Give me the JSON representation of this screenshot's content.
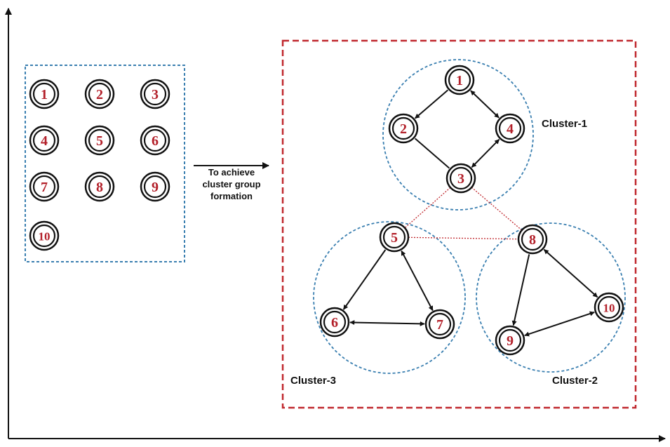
{
  "colors": {
    "node_text": "#b3202a",
    "node_ring": "#111111",
    "cluster_circle": "#3a7fb0",
    "left_box": "#3a7fb0",
    "right_box": "#c0282e",
    "dotted_link": "#c0282e",
    "edge": "#111111"
  },
  "process_arrow": {
    "lines": [
      "To achieve",
      "cluster group",
      "formation"
    ]
  },
  "initial_nodes": [
    "1",
    "2",
    "3",
    "4",
    "5",
    "6",
    "7",
    "8",
    "9",
    "10"
  ],
  "clusters": [
    {
      "id": "cluster-1",
      "label": "Cluster-1",
      "nodes": [
        "1",
        "2",
        "3",
        "4"
      ]
    },
    {
      "id": "cluster-2",
      "label": "Cluster-2",
      "nodes": [
        "8",
        "9",
        "10"
      ]
    },
    {
      "id": "cluster-3",
      "label": "Cluster-3",
      "nodes": [
        "5",
        "6",
        "7"
      ]
    }
  ],
  "edges": [
    {
      "from": "1",
      "to": "2",
      "directed": "forward"
    },
    {
      "from": "1",
      "to": "4",
      "directed": "both"
    },
    {
      "from": "2",
      "to": "3",
      "directed": "none"
    },
    {
      "from": "3",
      "to": "4",
      "directed": "both"
    },
    {
      "from": "5",
      "to": "6",
      "directed": "forward"
    },
    {
      "from": "5",
      "to": "7",
      "directed": "both"
    },
    {
      "from": "6",
      "to": "7",
      "directed": "both"
    },
    {
      "from": "8",
      "to": "9",
      "directed": "forward"
    },
    {
      "from": "8",
      "to": "10",
      "directed": "both"
    },
    {
      "from": "9",
      "to": "10",
      "directed": "both"
    }
  ],
  "dotted_links": [
    {
      "from": "3",
      "to": "5"
    },
    {
      "from": "3",
      "to": "8"
    },
    {
      "from": "5",
      "to": "8"
    }
  ]
}
